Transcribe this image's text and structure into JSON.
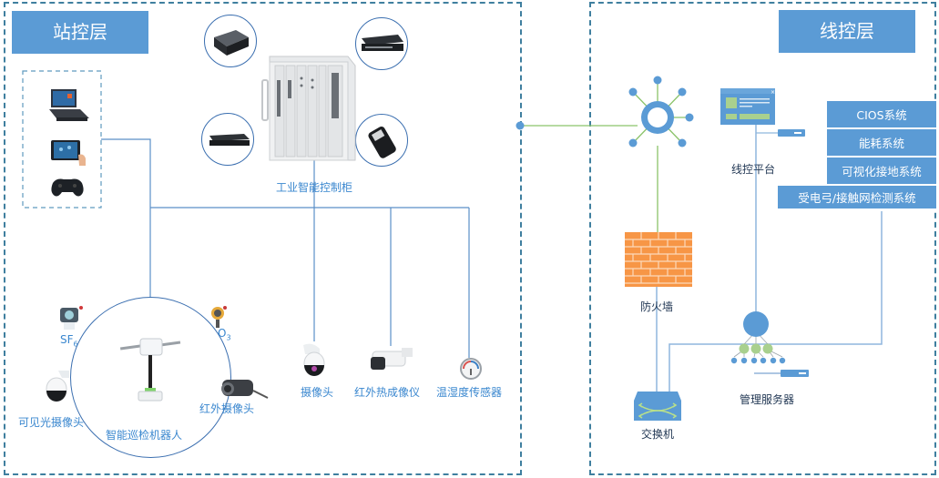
{
  "station_layer": {
    "title": "站控层",
    "cabinet_label": "工业智能控制柜",
    "terminals": [
      "laptop-console-icon",
      "tablet-icon",
      "gamepad-icon"
    ],
    "peripheral_devices": [
      "embedded-pc-icon",
      "rack-switch-icon",
      "network-box-icon",
      "handheld-device-icon"
    ],
    "robot_group": {
      "robot_label": "智能巡检机器人",
      "sf6_label": "SF",
      "sf6_sub": "6",
      "o3_label": "O",
      "o3_sub": "3",
      "visible_camera_label": "可见光摄像头",
      "ir_camera_label": "红外摄像头"
    },
    "field_devices": [
      {
        "label": "摄像头"
      },
      {
        "label": "红外热成像仪"
      },
      {
        "label": "温湿度传感器"
      }
    ]
  },
  "line_layer": {
    "title": "线控层",
    "platform_label": "线控平台",
    "firewall_label": "防火墙",
    "switch_label": "交换机",
    "server_label": "管理服务器",
    "systems": [
      "CIOS系统",
      "能耗系统",
      "可视化接地系统",
      "受电弓/接触网检测系统"
    ]
  },
  "colors": {
    "accent_blue": "#5b9bd5",
    "line_blue": "#5b8fc7",
    "green": "#8bc36a",
    "firewall_orange": "#f79646",
    "dash": "#3f7f9f"
  }
}
